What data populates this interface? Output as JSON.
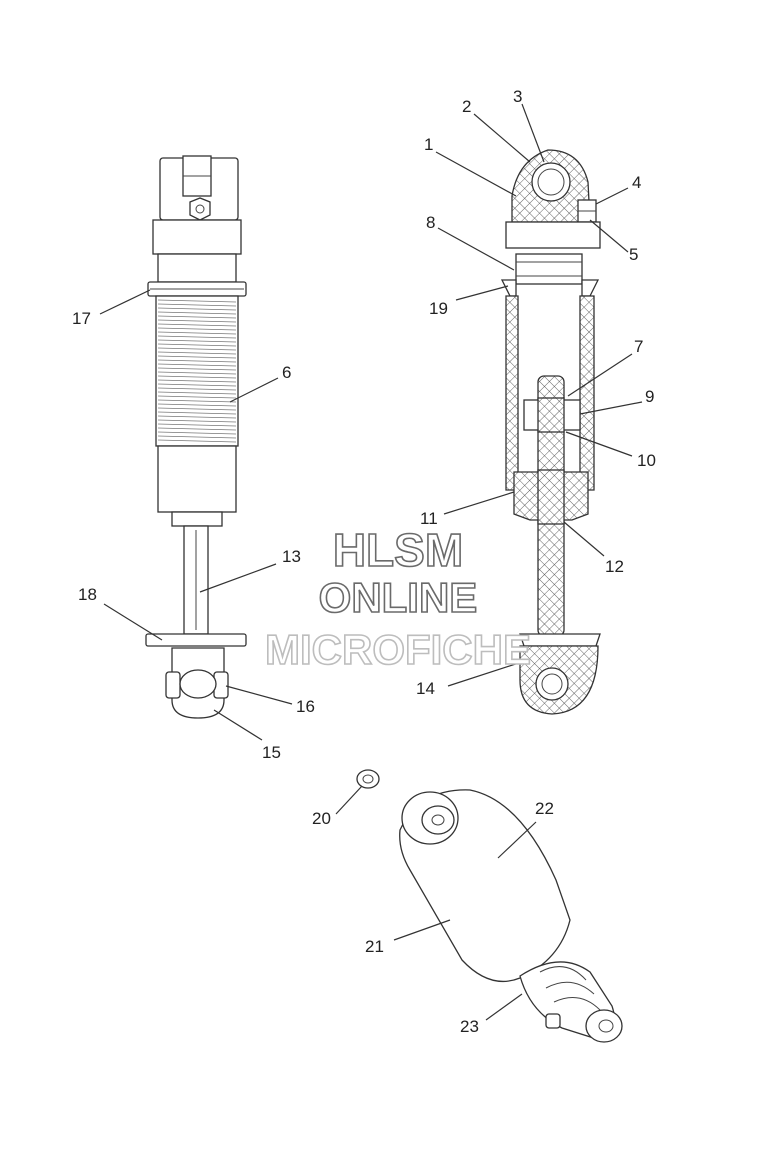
{
  "watermark": {
    "line1": "HLSM",
    "line2": "ONLINE",
    "line3": "MICROFICHE"
  },
  "callouts": [
    {
      "id": "c1",
      "label": "1"
    },
    {
      "id": "c2",
      "label": "2"
    },
    {
      "id": "c3",
      "label": "3"
    },
    {
      "id": "c4",
      "label": "4"
    },
    {
      "id": "c5",
      "label": "5"
    },
    {
      "id": "c6",
      "label": "6"
    },
    {
      "id": "c7",
      "label": "7"
    },
    {
      "id": "c8",
      "label": "8"
    },
    {
      "id": "c9",
      "label": "9"
    },
    {
      "id": "c10",
      "label": "10"
    },
    {
      "id": "c11",
      "label": "11"
    },
    {
      "id": "c12",
      "label": "12"
    },
    {
      "id": "c13",
      "label": "13"
    },
    {
      "id": "c14",
      "label": "14"
    },
    {
      "id": "c15",
      "label": "15"
    },
    {
      "id": "c16",
      "label": "16"
    },
    {
      "id": "c17",
      "label": "17"
    },
    {
      "id": "c18",
      "label": "18"
    },
    {
      "id": "c19",
      "label": "19"
    },
    {
      "id": "c20",
      "label": "20"
    },
    {
      "id": "c21",
      "label": "21"
    },
    {
      "id": "c22",
      "label": "22"
    },
    {
      "id": "c23",
      "label": "23"
    }
  ]
}
